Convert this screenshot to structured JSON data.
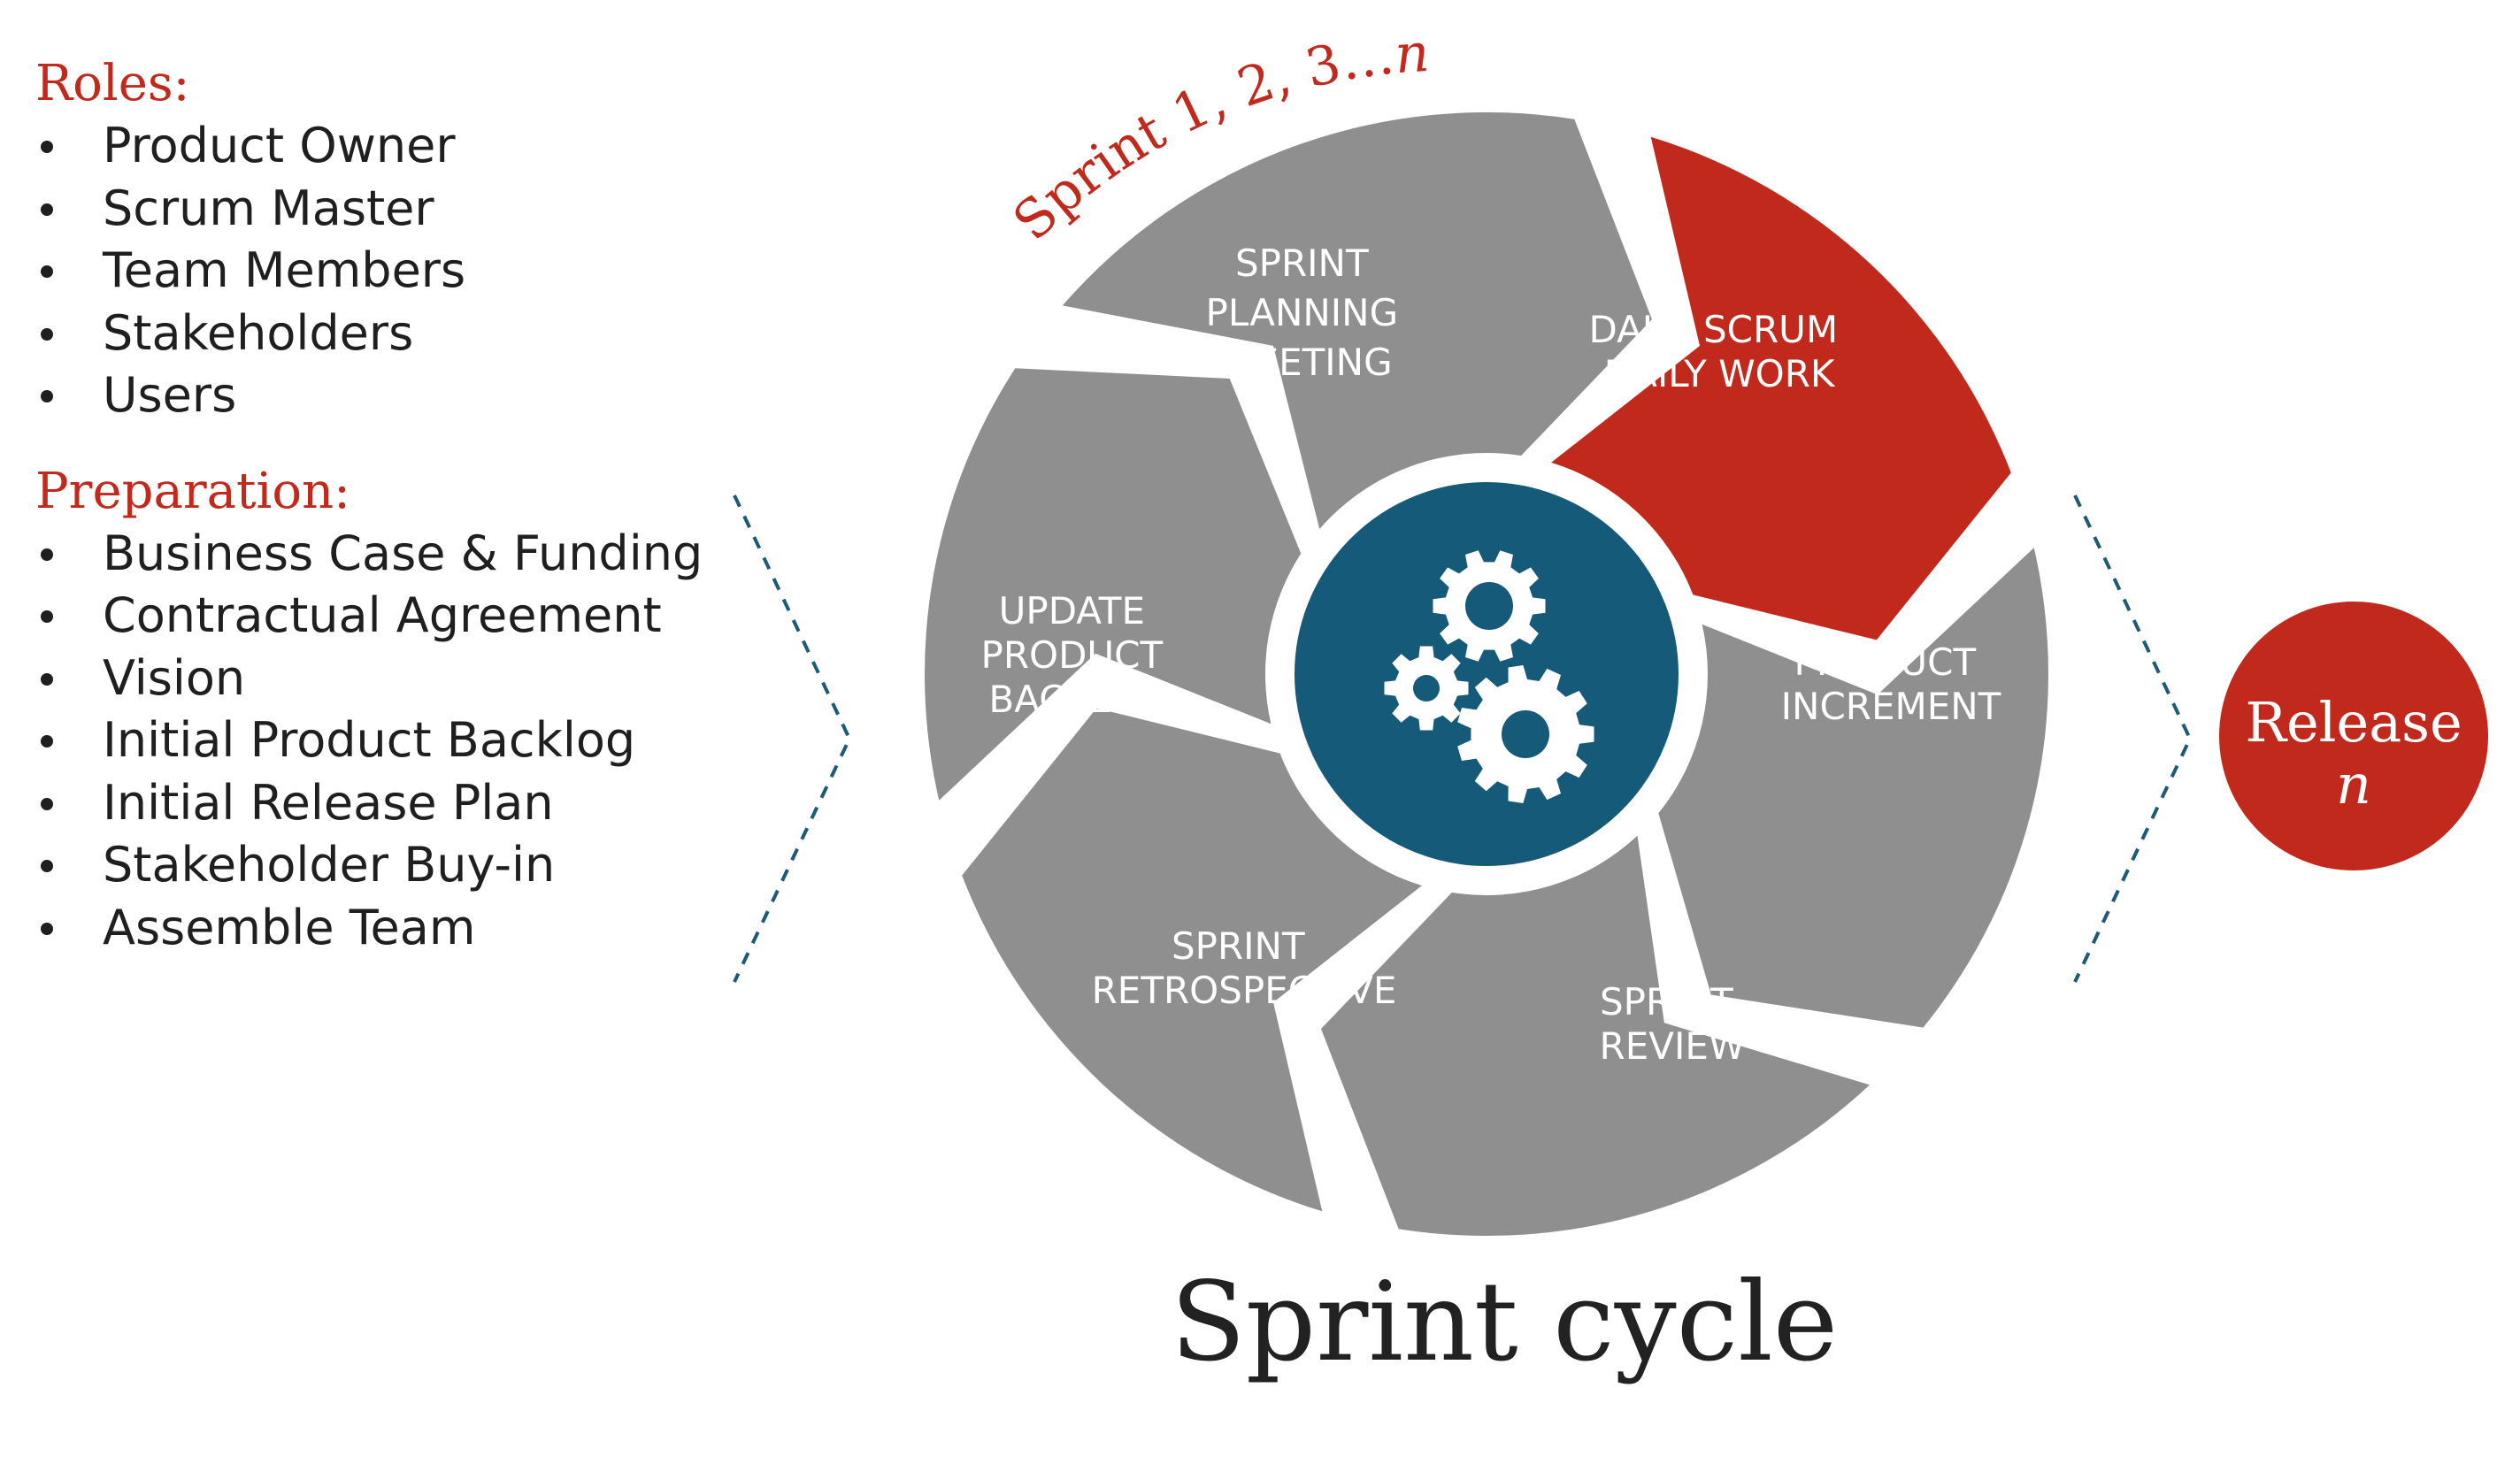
{
  "roles": {
    "heading": "Roles:",
    "items": [
      "Product Owner",
      "Scrum Master",
      "Team Members",
      "Stakeholders",
      "Users"
    ]
  },
  "preparation": {
    "heading": "Preparation:",
    "items": [
      "Business Case & Funding",
      "Contractual Agreement",
      "Vision",
      "Initial Product Backlog",
      "Initial Release Plan",
      "Stakeholder Buy-in",
      "Assemble Team"
    ]
  },
  "cycle": {
    "sprint_arc_text": "Sprint 1, 2, 3…",
    "sprint_arc_n": "n",
    "center_icon": "gears-icon",
    "segments": {
      "planning": [
        "SPRINT",
        "PLANNING",
        "MEETING"
      ],
      "daily": [
        "DAILY SCRUM",
        "DAILY WORK"
      ],
      "increment": [
        "PRODUCT",
        "INCREMENT"
      ],
      "review": [
        "SPRINT",
        "REVIEW"
      ],
      "retro": [
        "SPRINT",
        "RETROSPECTIVE"
      ],
      "backlog": [
        "UPDATE",
        "PRODUCT",
        "BACKLOG"
      ]
    },
    "title": "Sprint cycle"
  },
  "release": {
    "label": "Release",
    "n": "n"
  },
  "colors": {
    "accent_red": "#c0291b",
    "segment_gray": "#8f8f8f",
    "center_blue": "#155a79",
    "chevron_blue": "#1d5a75",
    "text_dark": "#1f1f1f"
  }
}
